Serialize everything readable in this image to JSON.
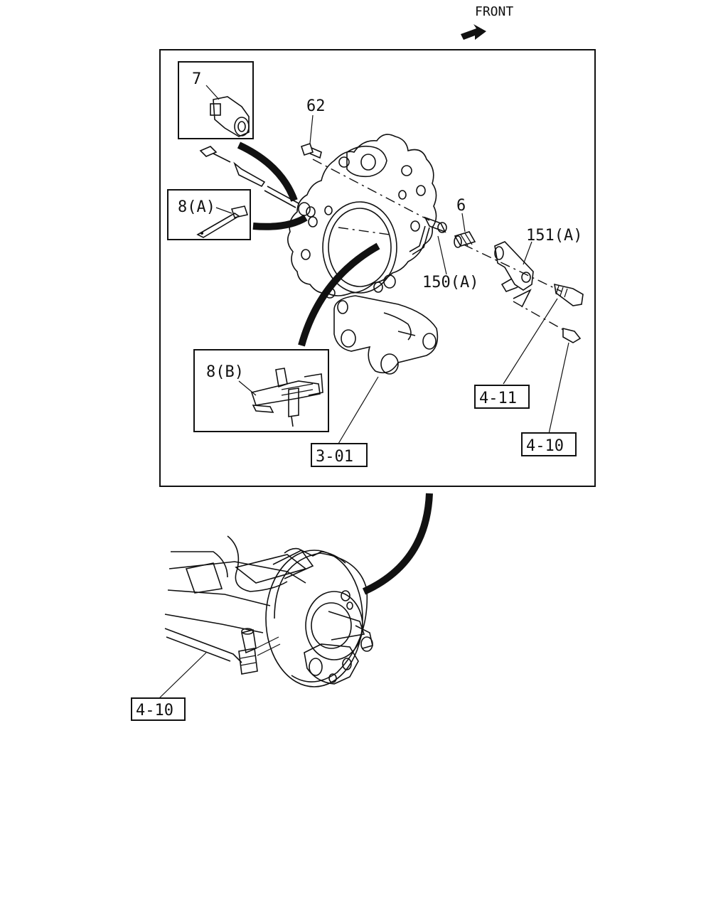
{
  "header": {
    "front_label": "FRONT"
  },
  "callouts": {
    "part_7": "7",
    "part_62": "62",
    "part_8a": "8(A)",
    "part_6": "6",
    "part_151a": "151(A)",
    "part_150a": "150(A)",
    "part_8b": "8(B)"
  },
  "references": {
    "ref_4_11": "4-11",
    "ref_4_10_top": "4-10",
    "ref_3_01": "3-01",
    "ref_4_10_bottom": "4-10"
  }
}
